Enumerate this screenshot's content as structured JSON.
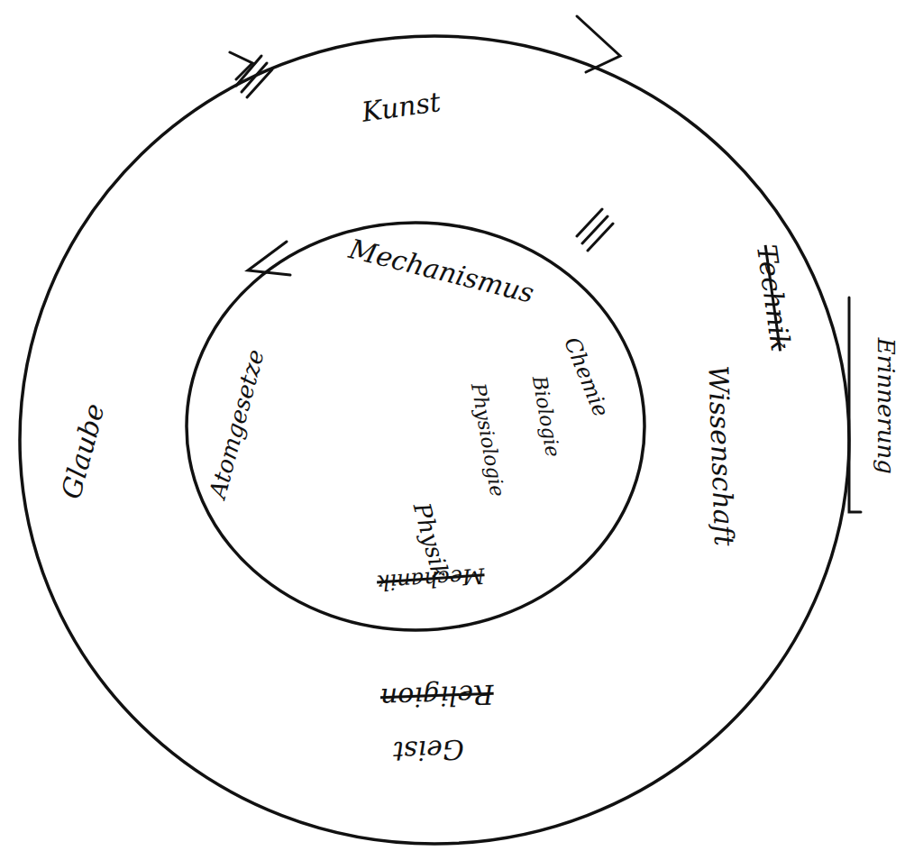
{
  "diagram": {
    "nodes": [
      {
        "text": [
          "Kunst",
          "Glaube",
          "Technik",
          "Wissenschaft",
          "Religion",
          "Geist"
        ]
      },
      {
        "text": [
          "Mechanismus",
          "Atomgesetze",
          "Chemie",
          "Biologie",
          "Physiologie",
          "Physik",
          "Mechanik"
        ],
        "in": 0
      }
    ],
    "labels": [
      "Erinnerung"
    ]
  }
}
